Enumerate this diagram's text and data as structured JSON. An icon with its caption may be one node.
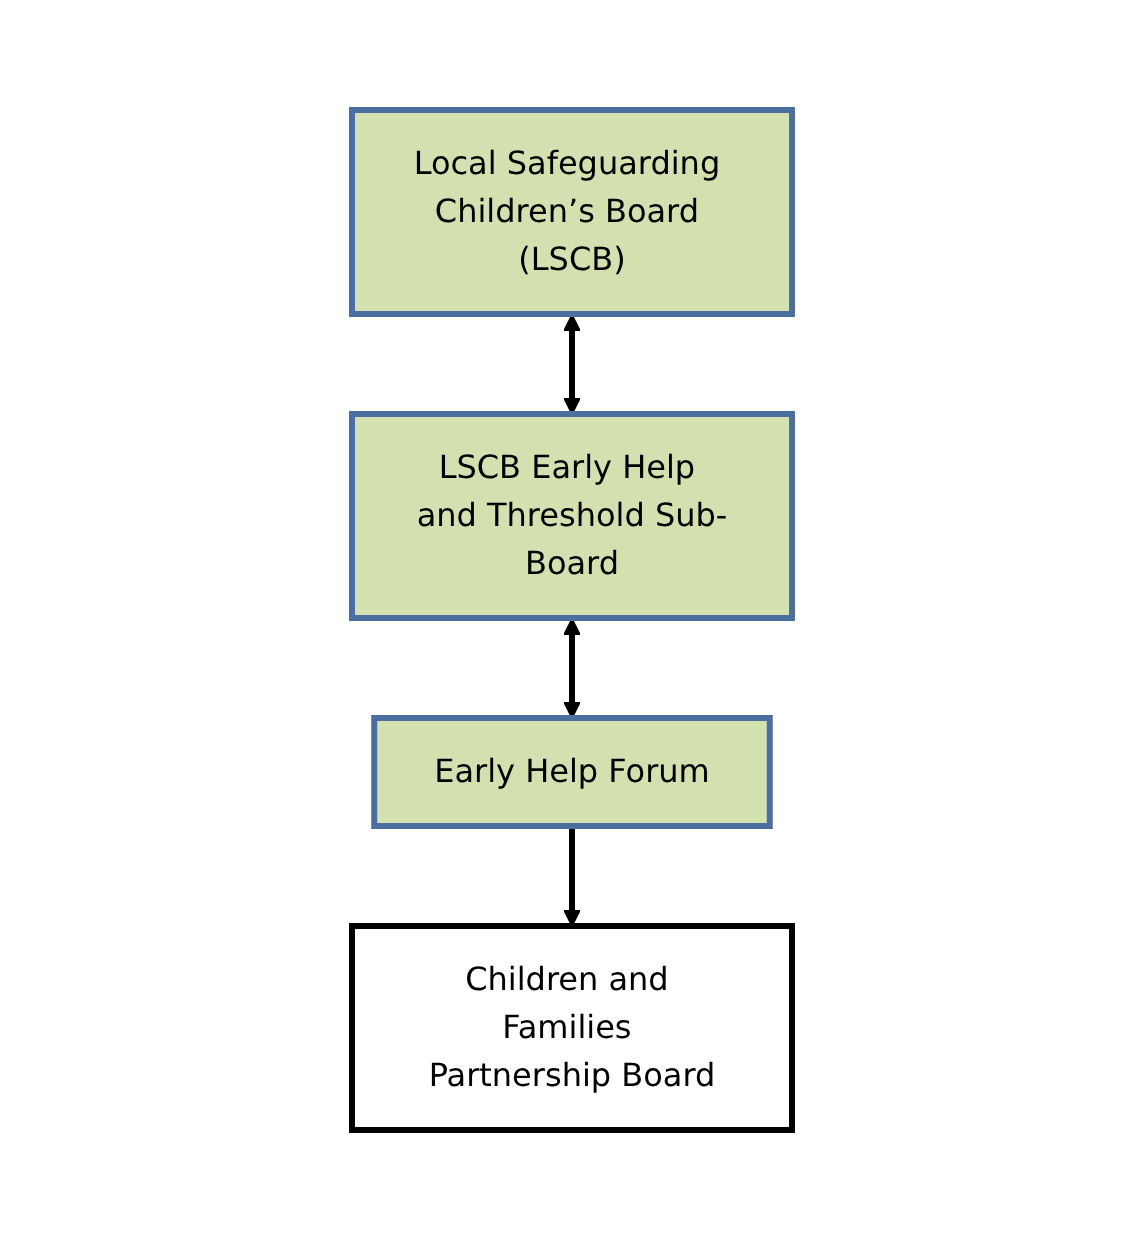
{
  "diagram": {
    "nodes": [
      {
        "text": [
          "Local Safeguarding Children’s Board (LSCB)"
        ]
      },
      {
        "text": [
          "LSCB Early Help and Threshold Sub-Board"
        ]
      },
      {
        "text": [
          "Early Help Forum"
        ]
      },
      {
        "text": [
          "Children and Families Partnership Board"
        ]
      }
    ],
    "edges": [
      {
        "from": 0,
        "to": 1,
        "arrow": "both"
      },
      {
        "from": 1,
        "to": 2,
        "arrow": "both"
      },
      {
        "from": 2,
        "to": 3,
        "arrow": "to"
      }
    ]
  }
}
